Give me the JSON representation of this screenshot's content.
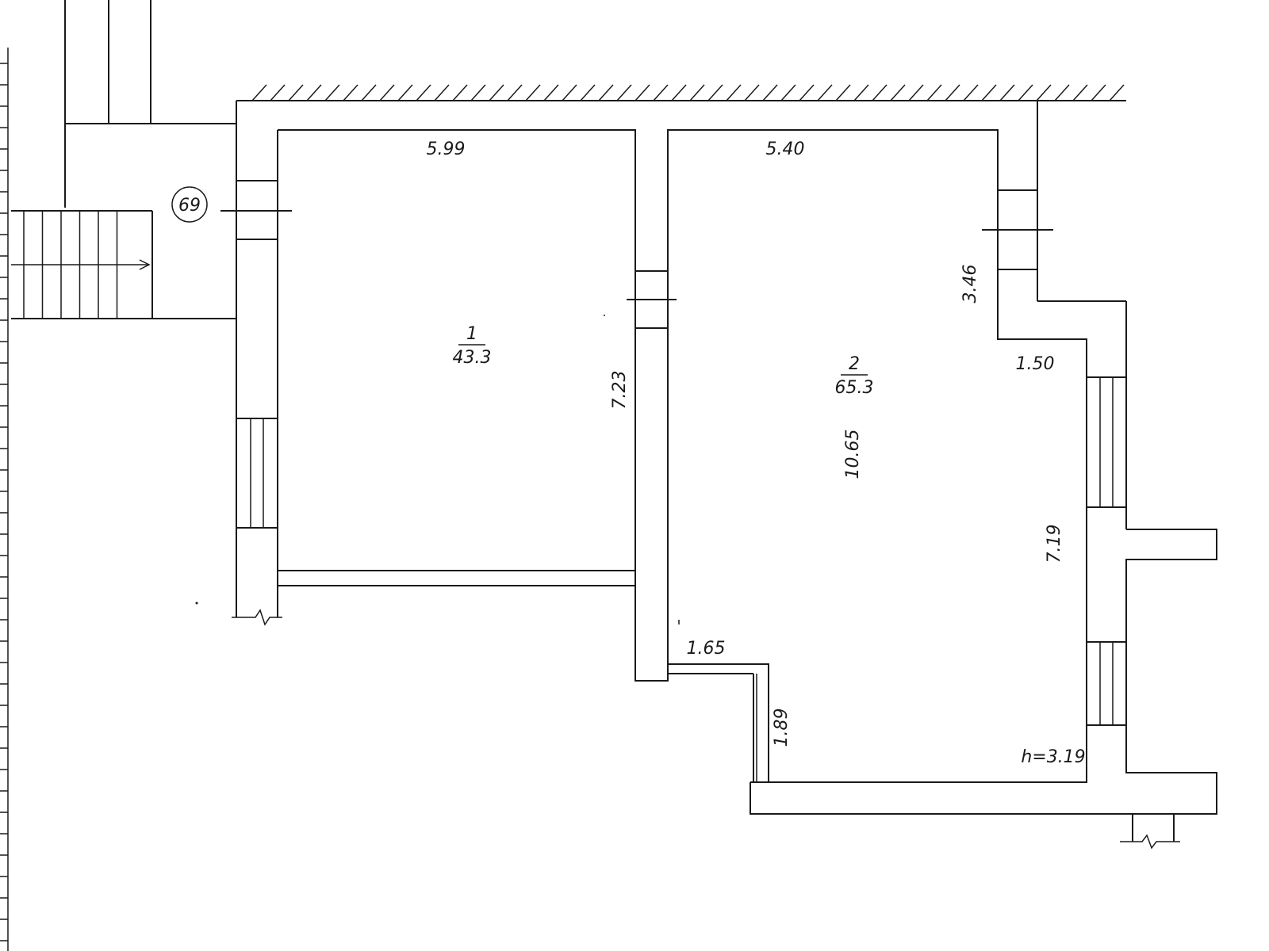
{
  "plan": {
    "building_number": "69",
    "rooms": [
      {
        "number": "1",
        "area": "43.3"
      },
      {
        "number": "2",
        "area": "65.3"
      }
    ],
    "dimensions": {
      "room1_width": "5.99",
      "room1_length": "7.23",
      "room2_width": "5.40",
      "room2_length": "10.65",
      "niche_depth": "3.46",
      "niche_width": "1.50",
      "east_wall": "7.19",
      "step_width": "1.65",
      "step_length": "1.89",
      "ceiling_height": "h=3.19"
    }
  }
}
